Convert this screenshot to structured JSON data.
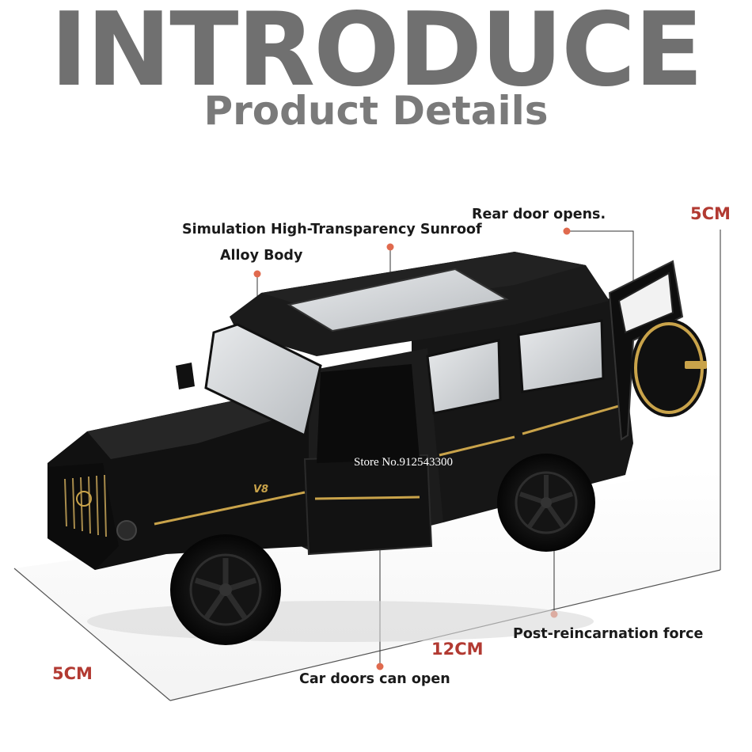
{
  "header": {
    "title": "INTRODUCE",
    "subtitle": "Product Details"
  },
  "callouts": {
    "rear_door": "Rear door opens.",
    "sunroof": "Simulation High-Transparency Sunroof",
    "alloy_body": "Alloy Body",
    "post_reincarnation": "Post-reincarnation force",
    "car_doors": "Car doors can open"
  },
  "dimensions": {
    "height": "5CM",
    "length": "12CM",
    "width": "5CM"
  },
  "watermark": "Store No.912543300",
  "badge": "V8",
  "colors": {
    "title": "#707070",
    "dimension": "#b23a32",
    "dot": "#e06a4e",
    "car_body": "#151515",
    "trim": "#c9a34a"
  }
}
